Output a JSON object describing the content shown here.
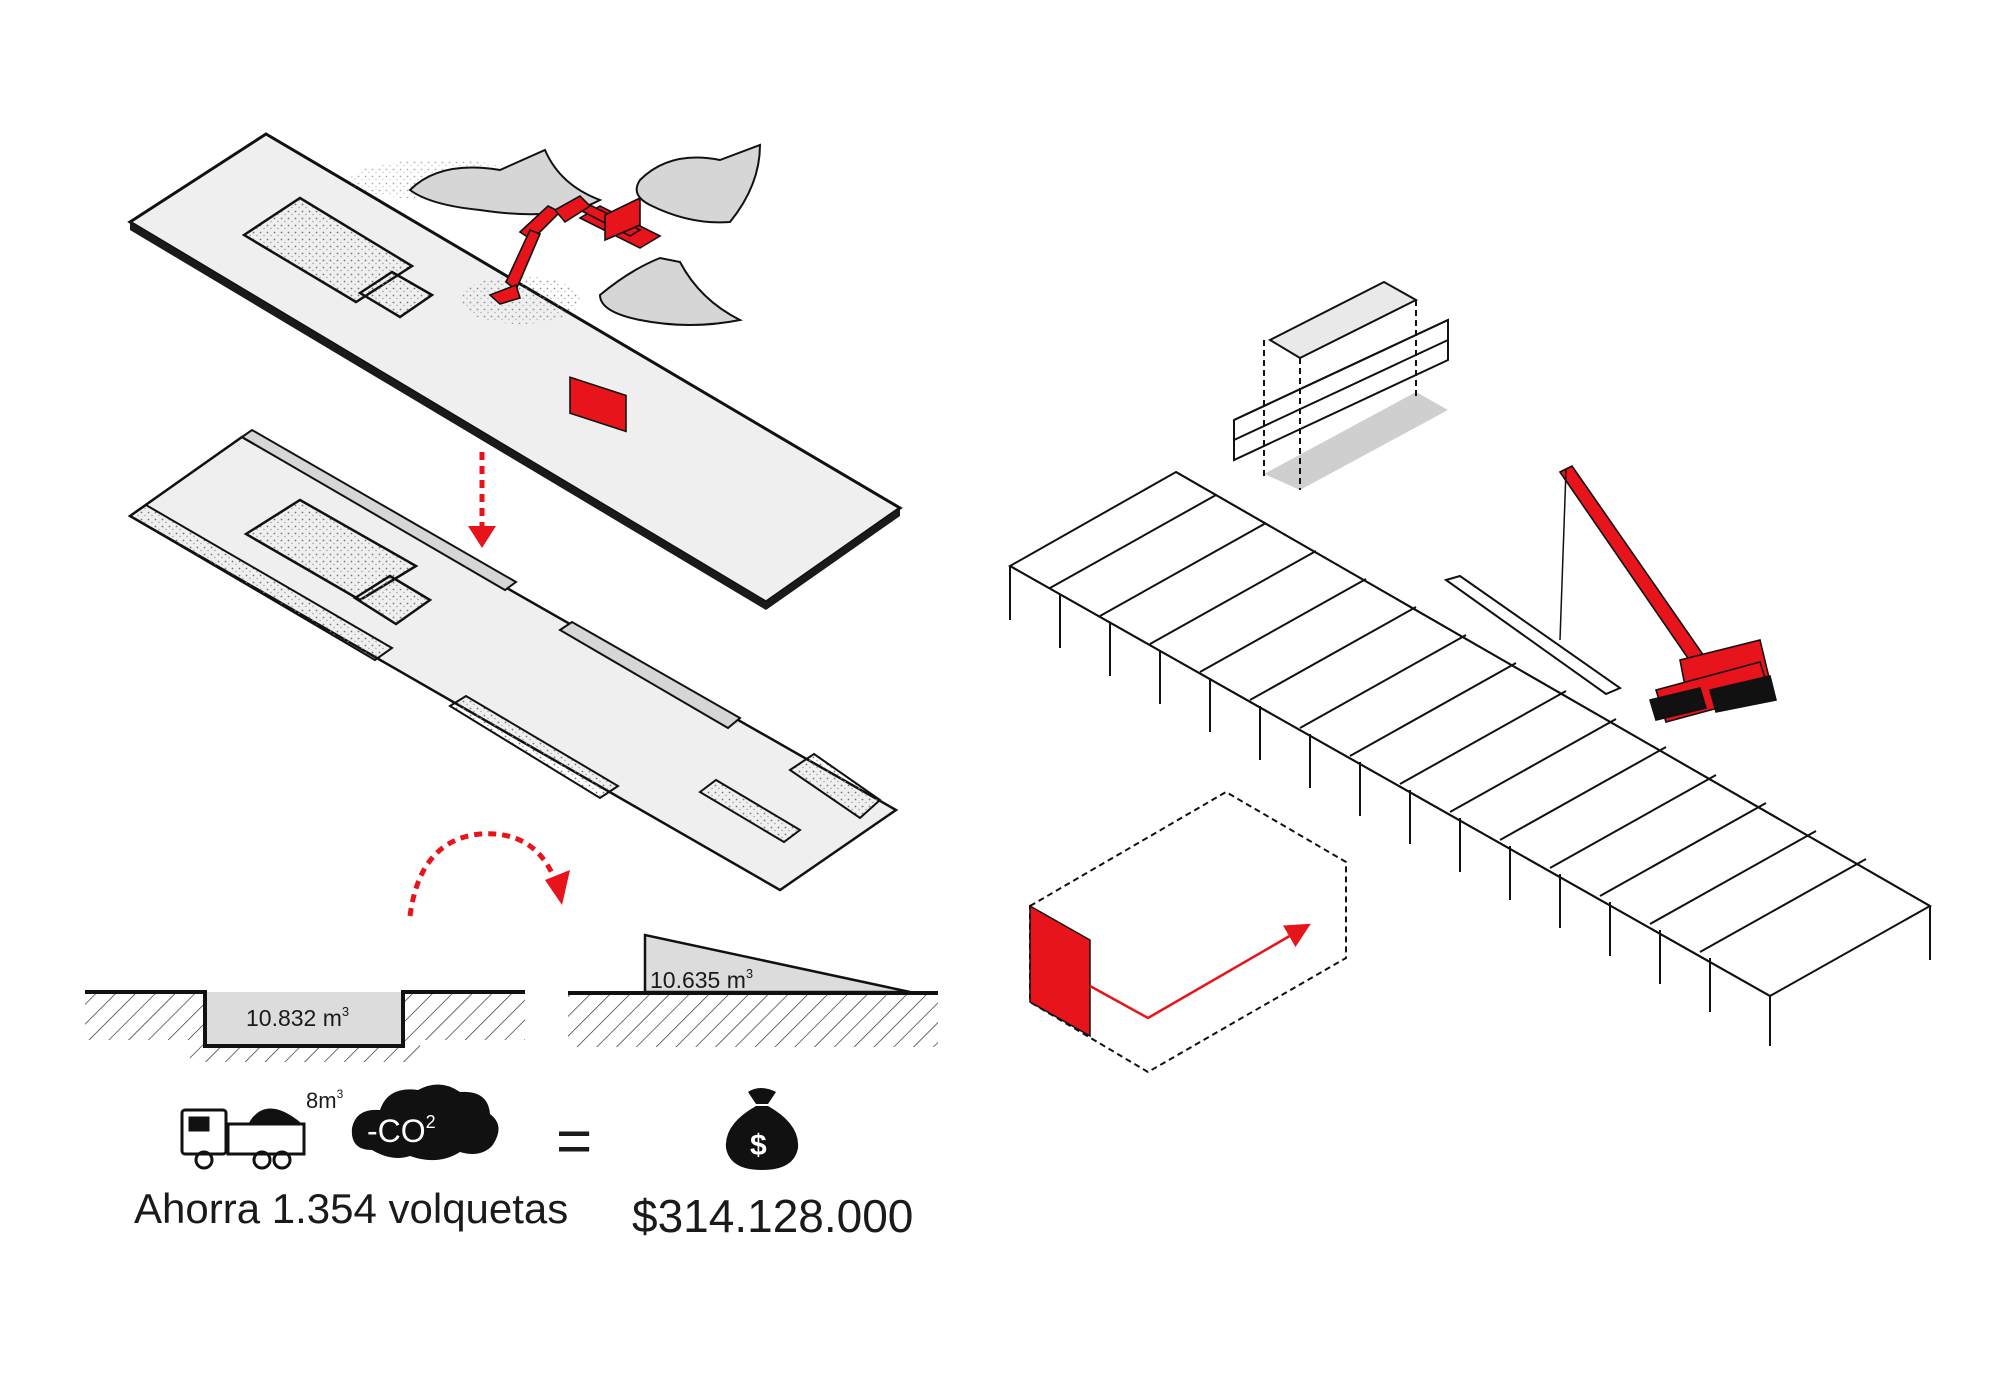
{
  "excavation": {
    "volume_value": "10.832",
    "volume_unit": "m",
    "volume_exp": "3"
  },
  "fill": {
    "volume_value": "10.635",
    "volume_unit": "m",
    "volume_exp": "3"
  },
  "truck": {
    "capacity_value": "8",
    "capacity_unit": "m",
    "capacity_exp": "3"
  },
  "co2": {
    "prefix": "-CO",
    "exp": "2"
  },
  "equation": {
    "equals": "="
  },
  "savings": {
    "trucks_label": "Ahorra 1.354 volquetas",
    "money_value": "$314.128.000",
    "money_symbol": "$"
  },
  "colors": {
    "accent": "#e8141b",
    "ink": "#1a1a1a",
    "slab": "#ececec",
    "mound": "#d6d6d6"
  },
  "icons": [
    "excavator-icon",
    "dump-truck-icon",
    "co2-cloud-icon",
    "money-bag-icon",
    "crane-icon"
  ]
}
